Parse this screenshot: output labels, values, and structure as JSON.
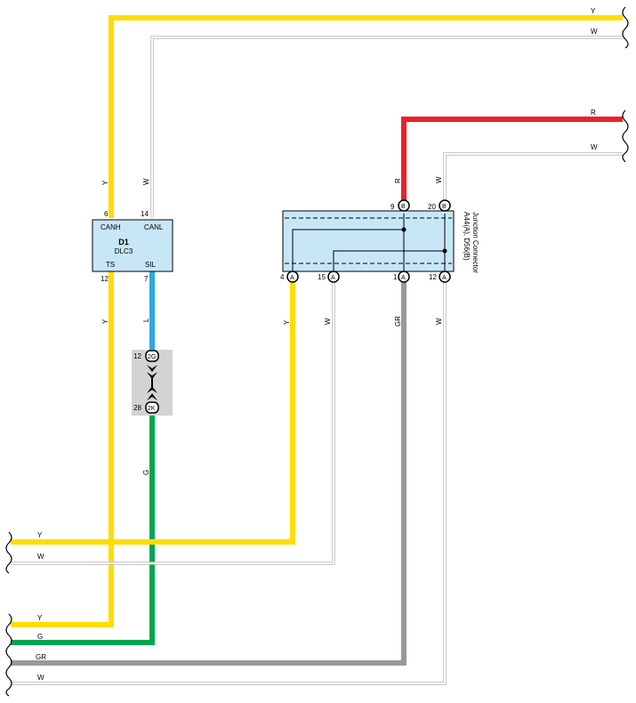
{
  "colors": {
    "yellow": "#FFDD00",
    "red": "#E8222A",
    "blue": "#29AAE2",
    "green": "#00A651",
    "gray": "#999999",
    "white_wire": "#BBBBBB",
    "box_fill": "#C7E6F6",
    "inline_fill": "#D3D3D3"
  },
  "dlc": {
    "id": "D1",
    "name": "DLC3",
    "pins": {
      "canh": {
        "name": "CANH",
        "num": "6"
      },
      "canl": {
        "name": "CANL",
        "num": "14"
      },
      "ts": {
        "name": "TS",
        "num": "12"
      },
      "sil": {
        "name": "SIL",
        "num": "7"
      }
    }
  },
  "junction": {
    "title": "A44(A), D56(B)",
    "subtitle": "Junction Connector",
    "top_pins": [
      {
        "num": "9",
        "conn": "B"
      },
      {
        "num": "20",
        "conn": "B"
      }
    ],
    "bottom_pins": [
      {
        "num": "4",
        "conn": "A"
      },
      {
        "num": "15",
        "conn": "A"
      },
      {
        "num": "1",
        "conn": "A"
      },
      {
        "num": "12",
        "conn": "A"
      }
    ]
  },
  "inline": {
    "top": {
      "num": "12",
      "conn": "2G"
    },
    "bottom": {
      "num": "28",
      "conn": "2K"
    }
  },
  "wires": {
    "top_right": [
      "Y",
      "W"
    ],
    "mid_right": [
      "R",
      "W"
    ],
    "left_group1": [
      "Y",
      "W"
    ],
    "left_group2": [
      "Y",
      "G",
      "GR",
      "W"
    ],
    "vertical": {
      "canh": "Y",
      "canl": "W",
      "ts": "Y",
      "sil": "L",
      "g": "G",
      "j_r": "R",
      "j_w_top": "W",
      "j_y": "Y",
      "j_w": "W",
      "j_gr": "GR",
      "j_w2": "W"
    }
  }
}
